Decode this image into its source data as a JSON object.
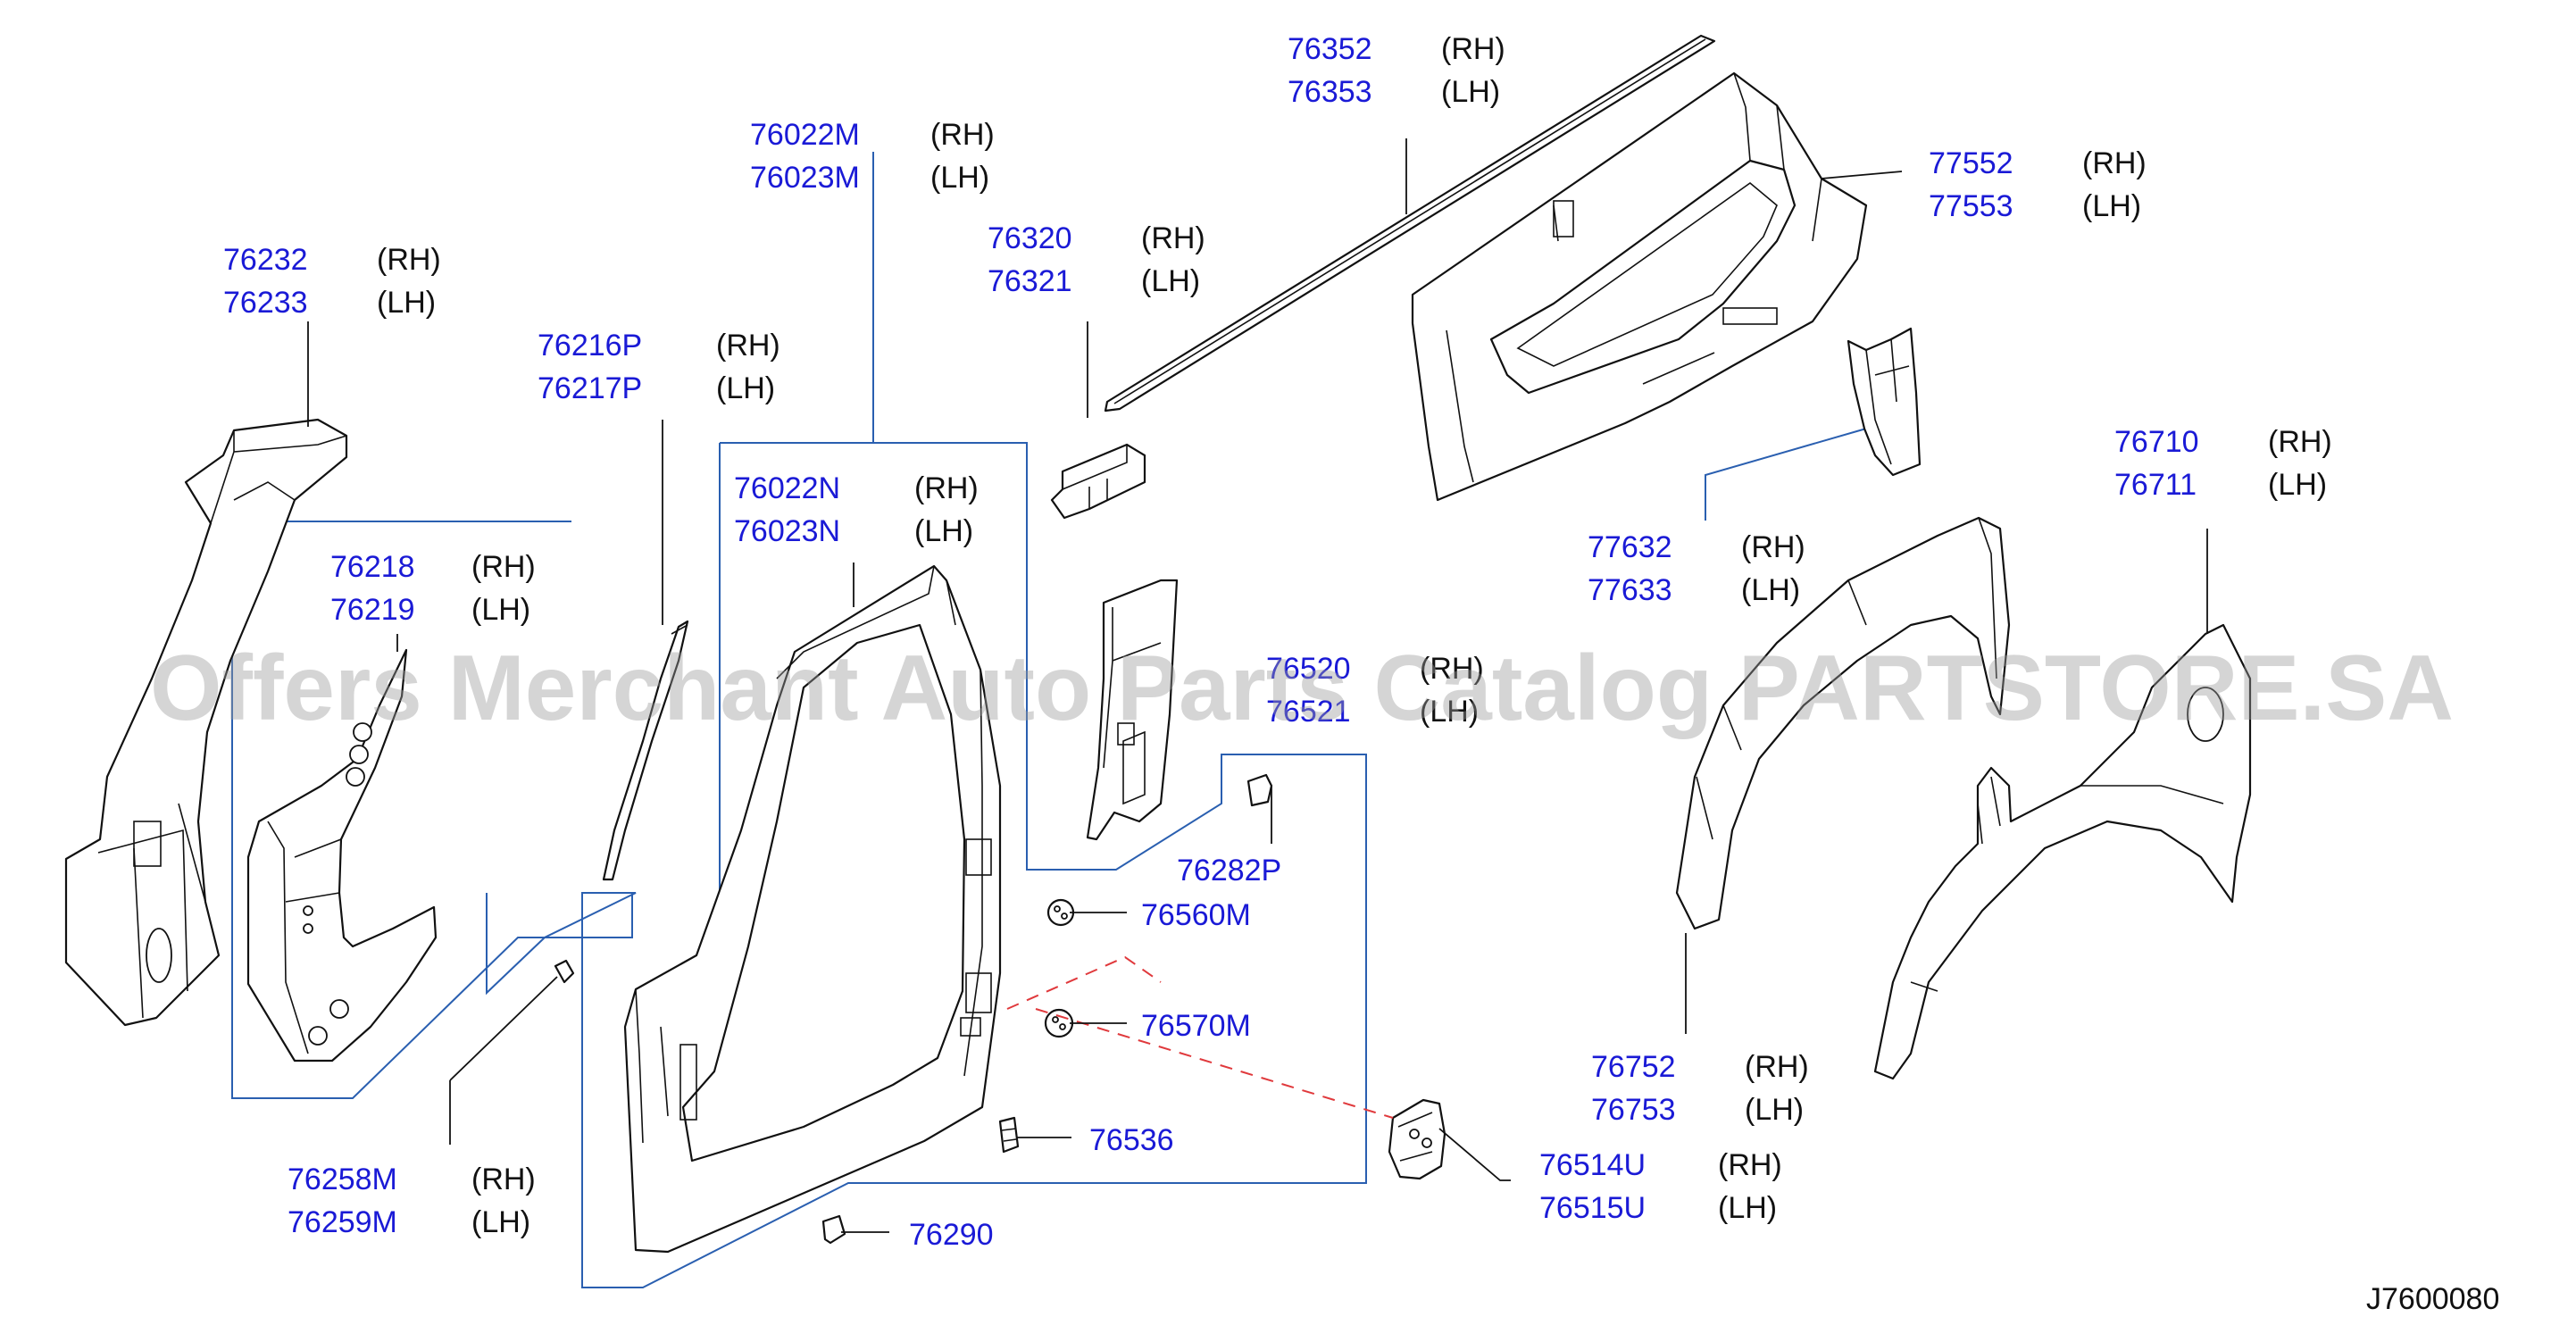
{
  "diagram_id": "J7600080",
  "watermark": "Offers Merchant Auto Parts Catalog PARTSTORE.SA",
  "colors": {
    "part_number": "#1a1ad6",
    "group_box": "#2a5fb0",
    "dashed_link": "#e0393c"
  },
  "callouts": {
    "c76352": {
      "rh": "76352",
      "lh": "76353",
      "rh_side": "(RH)",
      "lh_side": "(LH)"
    },
    "c77552": {
      "rh": "77552",
      "lh": "77553",
      "rh_side": "(RH)",
      "lh_side": "(LH)"
    },
    "c76022m": {
      "rh": "76022M",
      "lh": "76023M",
      "rh_side": "(RH)",
      "lh_side": "(LH)"
    },
    "c76320": {
      "rh": "76320",
      "lh": "76321",
      "rh_side": "(RH)",
      "lh_side": "(LH)"
    },
    "c76232": {
      "rh": "76232",
      "lh": "76233",
      "rh_side": "(RH)",
      "lh_side": "(LH)"
    },
    "c76216p": {
      "rh": "76216P",
      "lh": "76217P",
      "rh_side": "(RH)",
      "lh_side": "(LH)"
    },
    "c76022n": {
      "rh": "76022N",
      "lh": "76023N",
      "rh_side": "(RH)",
      "lh_side": "(LH)"
    },
    "c76218": {
      "rh": "76218",
      "lh": "76219",
      "rh_side": "(RH)",
      "lh_side": "(LH)"
    },
    "c76520": {
      "rh": "76520",
      "lh": "76521",
      "rh_side": "(RH)",
      "lh_side": "(LH)"
    },
    "c76710": {
      "rh": "76710",
      "lh": "76711",
      "rh_side": "(RH)",
      "lh_side": "(LH)"
    },
    "c77632": {
      "rh": "77632",
      "lh": "77633",
      "rh_side": "(RH)",
      "lh_side": "(LH)"
    },
    "c76752": {
      "rh": "76752",
      "lh": "76753",
      "rh_side": "(RH)",
      "lh_side": "(LH)"
    },
    "c76514u": {
      "rh": "76514U",
      "lh": "76515U",
      "rh_side": "(RH)",
      "lh_side": "(LH)"
    },
    "c76258m": {
      "rh": "76258M",
      "lh": "76259M",
      "rh_side": "(RH)",
      "lh_side": "(LH)"
    }
  },
  "singles": {
    "p76282p": "76282P",
    "p76560m": "76560M",
    "p76570m": "76570M",
    "p76536": "76536",
    "p76290": "76290"
  }
}
